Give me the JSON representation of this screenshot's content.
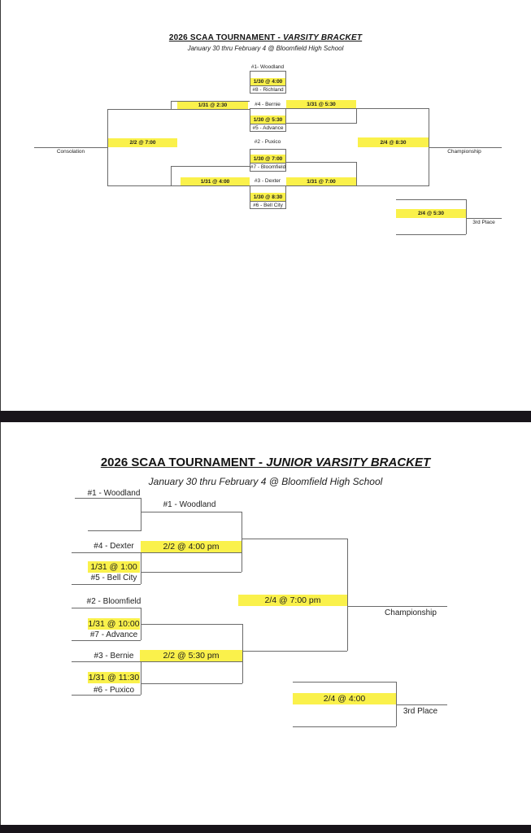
{
  "colors": {
    "highlight": "#faf14b",
    "line": "#6a6a6a",
    "divider_bar": "#18141a"
  },
  "varsity": {
    "title_prefix": "2026 SCAA TOURNAMENT - ",
    "title_emphasis": "VARSITY BRACKET",
    "subtitle": "January 30 thru February 4 @ Bloomfield High School",
    "seeds": {
      "s1": "#1- Woodland",
      "s8": "#8 - Richland",
      "s4": "#4 - Bernie",
      "s5": "#5 - Advance",
      "s2": "#2 - Puxico",
      "s7": "#7 - Bloomfield",
      "s3": "#3 - Dexter",
      "s6": "#6 - Bell City"
    },
    "times": {
      "g1": "1/30 @ 4:00",
      "g2": "1/30 @ 5:30",
      "g3": "1/30 @ 7:00",
      "g4": "1/30 @ 8:30",
      "sf1": "1/31 @ 5:30",
      "sf2": "1/31 @ 7:00",
      "cf1": "1/31 @ 2:30",
      "cf2": "1/31 @ 4:00",
      "final": "2/4 @ 8:30",
      "consolation_final": "2/2 @ 7:00",
      "third": "2/4 @ 5:30"
    },
    "labels": {
      "championship": "Championship",
      "consolation": "Consolation",
      "third_place": "3rd Place"
    }
  },
  "jv": {
    "title_prefix": "2026 SCAA TOURNAMENT - ",
    "title_emphasis": "JUNIOR VARSITY BRACKET",
    "subtitle": "January 30 thru February 4 @ Bloomfield High School",
    "seeds": {
      "s1r1": "#1 - Woodland",
      "s1r2": "#1 - Woodland",
      "s4": "#4 - Dexter",
      "s5": "#5 - Bell City",
      "s2": "#2 - Bloomfield",
      "s7": "#7 - Advance",
      "s3": "#3 - Bernie",
      "s6": "#6 - Puxico"
    },
    "times": {
      "g1": "1/31 @ 1:00",
      "g2": "1/31 @ 10:00",
      "g3": "1/31 @ 11:30",
      "sf1": "2/2 @ 4:00 pm",
      "sf2": "2/2 @ 5:30 pm",
      "final": "2/4 @ 7:00 pm",
      "third": "2/4 @ 4:00"
    },
    "labels": {
      "championship": "Championship",
      "third_place": "3rd Place"
    }
  }
}
